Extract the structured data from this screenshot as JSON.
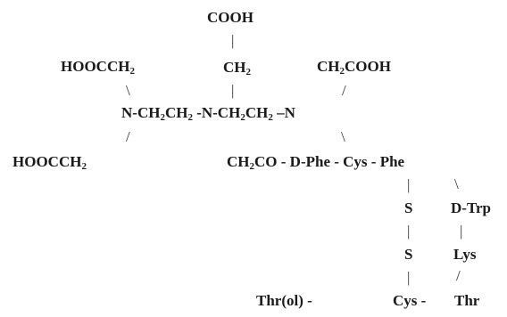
{
  "structure": {
    "cooh_top": "COOH",
    "hooc_ch2_top": {
      "main": "HOOCCH",
      "sub": "2"
    },
    "ch2_mid": {
      "main": "CH",
      "sub": "2"
    },
    "ch2cooh": {
      "main": "CH",
      "sub": "2",
      "rest": "COOH"
    },
    "backbone": {
      "n1": "N-CH",
      "s1": "2",
      "ch": "CH",
      "s2": "2",
      "n2": " -N-CH",
      "s3": "2",
      "ch2": "CH",
      "s4": "2",
      "n3": " –N"
    },
    "hooc_ch2_bottom": {
      "main": "HOOCCH",
      "sub": "2"
    },
    "peptide_line": {
      "ch2co_a": "CH",
      "ch2co_sub": "2",
      "ch2co_b": "CO - D-Phe - Cys - Phe"
    },
    "s_top": "S",
    "d_trp": "D-Trp",
    "s_bottom": "S",
    "lys": "Lys",
    "bottom_line": {
      "thr_ol": "Thr(ol)  -",
      "cys": "Cys  -",
      "thr": "Thr"
    },
    "bond_v": "|",
    "bond_bs": "\\",
    "bond_fs": "/"
  }
}
